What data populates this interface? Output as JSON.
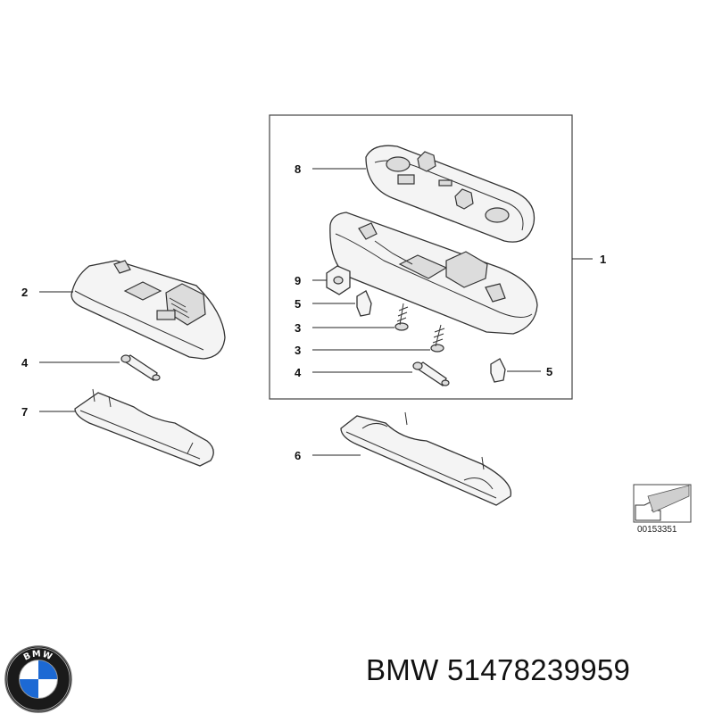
{
  "callouts": {
    "c1": "1",
    "c2": "2",
    "c3a": "3",
    "c3b": "3",
    "c4a": "4",
    "c4b": "4",
    "c5a": "5",
    "c5b": "5",
    "c6": "6",
    "c7": "7",
    "c8": "8",
    "c9": "9"
  },
  "diagram_number": "00153351",
  "caption": "BMW 51478239959",
  "logo": {
    "text": "BMW",
    "colors": {
      "blue": "#1c69d4",
      "white": "#ffffff",
      "ring": "#1a1a1a"
    }
  }
}
